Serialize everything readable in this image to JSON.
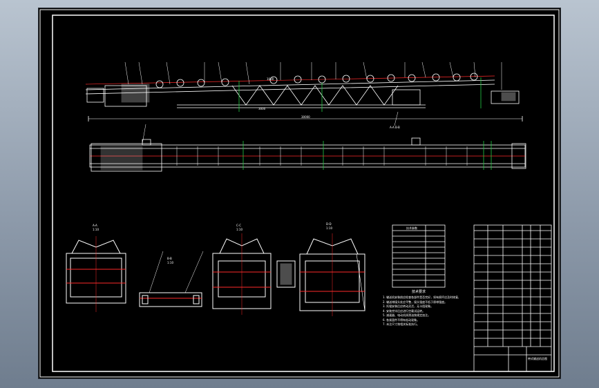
{
  "window": {
    "title": "CAD drawing preview"
  },
  "colors": {
    "background": "#000000",
    "lines": "#ffffff",
    "centerline": "#ff2a2a",
    "accent": "#22cc44"
  },
  "main_view": {
    "top_dimension": "1000",
    "bottom_dimension": "3000",
    "overall_dimension": "30000",
    "section_labels": "A-A  B-B"
  },
  "section_views": [
    {
      "label": "A-A",
      "scale": "1:10"
    },
    {
      "label": "B-B",
      "scale": "1:10"
    },
    {
      "label": "C-C",
      "scale": "1:10"
    },
    {
      "label": "D-D",
      "scale": "1:10"
    }
  ],
  "tech_table": {
    "title": "技术参数"
  },
  "notes": {
    "title": "技术要求",
    "items": [
      "1. 输送机安装前应检查各部件是否完好，如有损坏应及时修复。",
      "2. 输送带接头处应平整，接头强度不低于原带强度。",
      "3. 托辊安装后应转动灵活，无卡阻现象。",
      "4. 安装完毕后应进行空载试运转。",
      "5. 减速器、电动机润滑油按规定加注。",
      "6. 各紧固件不得有松动现象。",
      "7. 未注尺寸按相关标准执行。"
    ]
  },
  "title_block": {
    "drawing_name": "带式输送机总图"
  }
}
